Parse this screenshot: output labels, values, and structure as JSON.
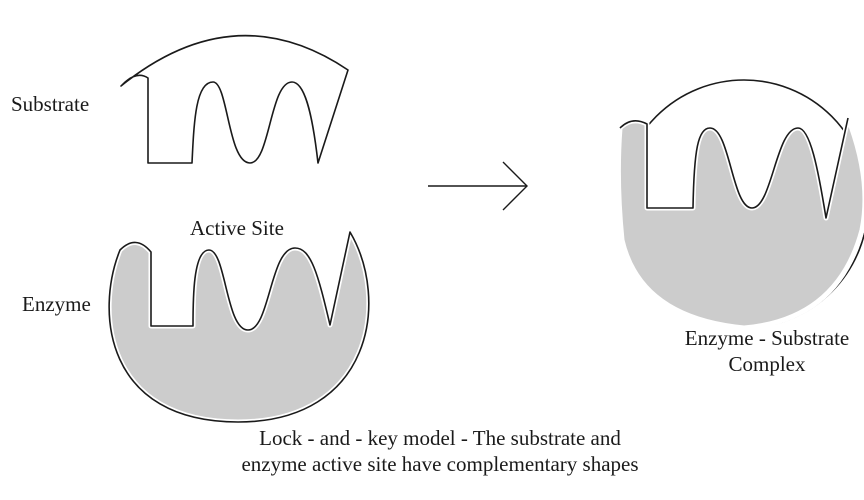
{
  "labels": {
    "substrate": "Substrate",
    "active_site": "Active Site",
    "enzyme": "Enzyme",
    "complex_line1": "Enzyme - Substrate",
    "complex_line2": "Complex"
  },
  "caption": {
    "line1": "Lock - and - key model - The substrate and",
    "line2": "enzyme active site have complementary shapes"
  },
  "colors": {
    "enzyme_fill": "#cccccc",
    "outline": "#1a1a1a",
    "background": "#ffffff"
  }
}
